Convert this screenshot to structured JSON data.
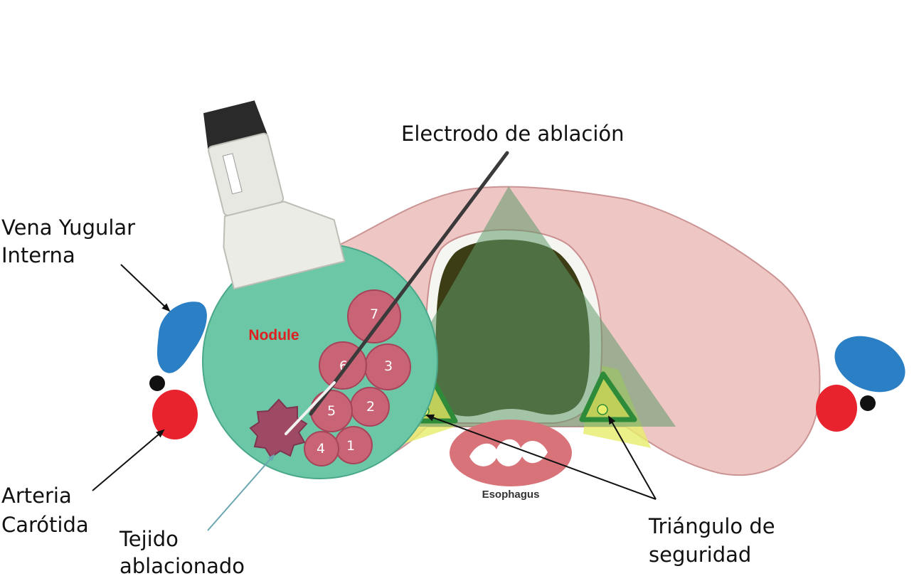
{
  "labels": {
    "electrode": "Electrodo de ablación",
    "jugular_line1": "Vena Yugular",
    "jugular_line2": "Interna",
    "nodule": "Nodule",
    "carotid_line1": "Arteria",
    "carotid_line2": "Carótida",
    "ablated_line1": "Tejido",
    "ablated_line2": "ablacionado",
    "esophagus": "Esophagus",
    "safety_line1": "Triángulo de",
    "safety_line2": "seguridad"
  },
  "ablation_zones": [
    "1",
    "2",
    "3",
    "4",
    "5",
    "6",
    "7"
  ],
  "colors": {
    "thyroid_lobe": "#eec4c0",
    "nodule": "#6cc7a7",
    "ablation_circle": "#c96476",
    "ablated_tissue": "#9e4a64",
    "trachea": "#3c3d14",
    "vein": "#2b7fc4",
    "artery": "#e8232e",
    "danger_triangle": "#7fa37a",
    "safety_triangle": "#2e8b3a",
    "yellow_zone": "#e6ee6a",
    "nodule_label": "#e02020"
  }
}
